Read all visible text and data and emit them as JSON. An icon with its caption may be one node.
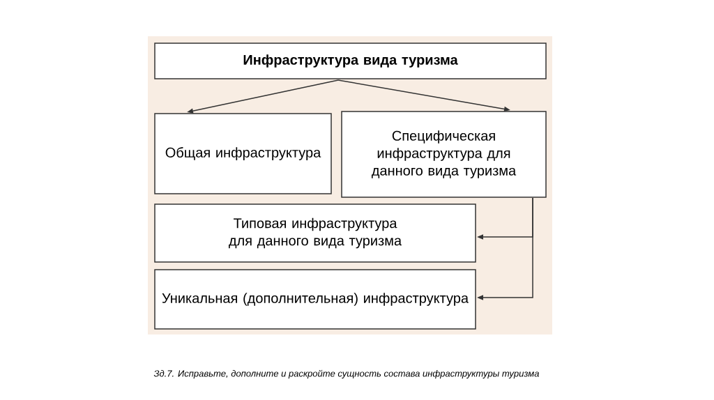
{
  "diagram": {
    "caption": "Зд.7. Исправьте, дополните и раскройте сущность состава инфраструктуры туризма",
    "nodes": [
      {
        "text": [
          "Инфраструктура вида туризма"
        ]
      },
      {
        "text": [
          "Общая инфраструктура"
        ]
      },
      {
        "text": [
          "Специфическая инфраструктура для данного вида туризма"
        ]
      },
      {
        "text": [
          "Типовая инфраструктура для данного вида туризма"
        ]
      },
      {
        "text": [
          "Уникальная (дополнительная) инфраструктура"
        ]
      }
    ],
    "edges": [
      {
        "from": 0,
        "to": 1,
        "arrow": "to"
      },
      {
        "from": 0,
        "to": 2,
        "arrow": "to"
      },
      {
        "from": 2,
        "to": 3,
        "arrow": "to"
      },
      {
        "from": 2,
        "to": 4,
        "arrow": "to"
      }
    ]
  }
}
